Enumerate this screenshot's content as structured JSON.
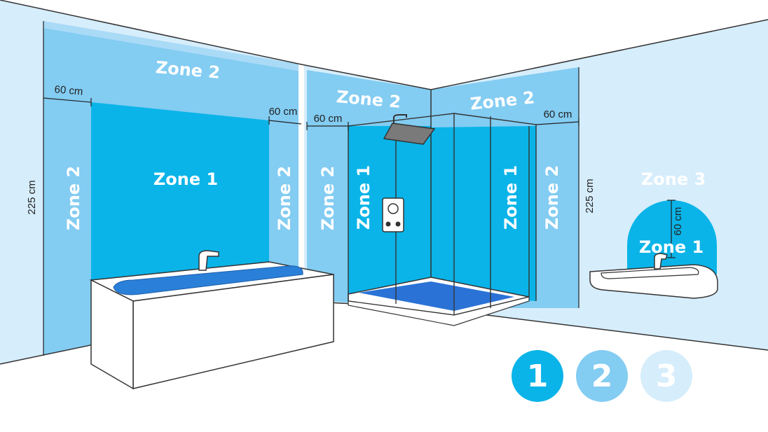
{
  "colors": {
    "zone1": "#0ab4e8",
    "zone2": "#83ccf2",
    "zone2_band": "#a9daf6",
    "zone3": "#d6edfb",
    "outline": "#333333",
    "shower_tray": "#2a72d6",
    "bath_water": "#2a80d8"
  },
  "labels": {
    "zone1": "Zone 1",
    "zone2": "Zone 2",
    "zone3": "Zone 3"
  },
  "dimensions": {
    "width_60": "60 cm",
    "height_225": "225 cm"
  },
  "legend": [
    "1",
    "2",
    "3"
  ]
}
